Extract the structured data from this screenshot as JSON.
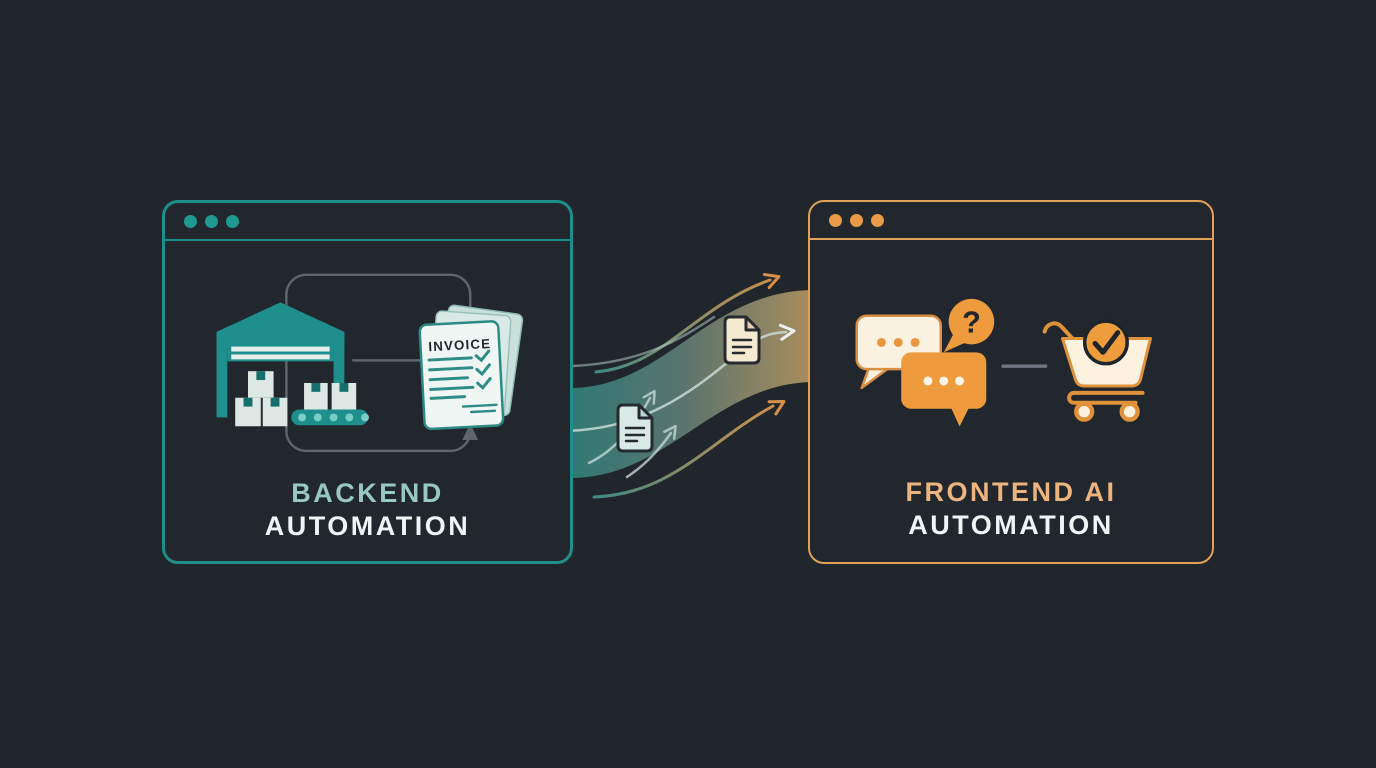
{
  "canvas": {
    "background": "#20262b"
  },
  "panels": {
    "backend": {
      "accent_color": "#1e8f8c",
      "title_line1": "BACKEND",
      "title_line2": "AUTOMATION",
      "title_line1_color": "#97c8c4",
      "title_line2_color": "#f1f4f5",
      "window_dots": 3,
      "invoice_label": "INVOICE",
      "icons": [
        "warehouse-icon",
        "boxes-icon",
        "conveyor-icon",
        "invoice-stack-icon",
        "cycle-arrow-icon"
      ]
    },
    "frontend": {
      "accent_color": "#e2a058",
      "title_line1": "FRONTEND AI",
      "title_line2": "AUTOMATION",
      "title_line1_color": "#ecb47e",
      "title_line2_color": "#f1f4f5",
      "window_dots": 3,
      "question_mark": "?",
      "icons": [
        "chat-bubbles-icon",
        "question-bubble-icon",
        "cart-check-icon"
      ]
    }
  },
  "flow": {
    "gradient_from": "#2e7d7a",
    "gradient_to": "#b2935f",
    "arrow_color_end": "#d78f45",
    "document_icons": [
      "teal-document-icon",
      "cream-document-icon"
    ]
  }
}
